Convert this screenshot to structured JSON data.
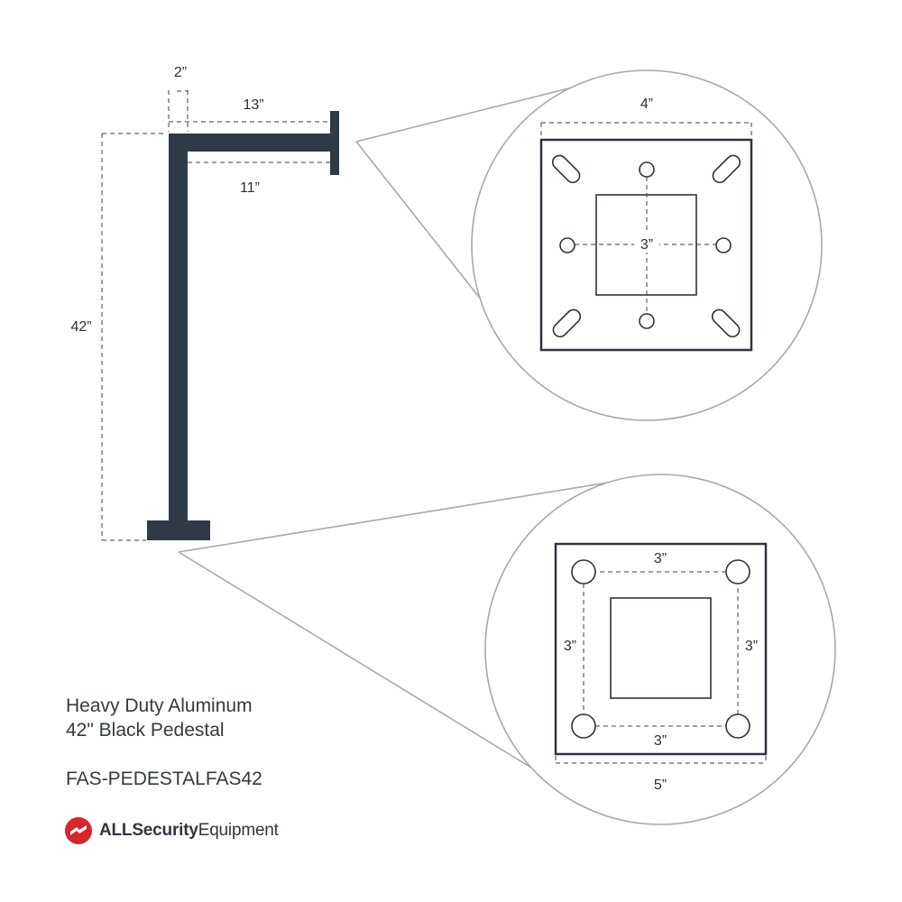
{
  "product": {
    "title_line1": "Heavy Duty Aluminum",
    "title_line2": "42\" Black Pedestal",
    "sku": "FAS-PEDESTALFAS42"
  },
  "brand": {
    "bold": "ALLSecurity",
    "regular": "Equipment",
    "logo_color": "#d6262f"
  },
  "pedestal": {
    "color": "#2f3a47",
    "dimensions": {
      "width": "2”",
      "top_arm": "13”",
      "arm_inner": "11”",
      "height": "42”"
    }
  },
  "top_plate_detail": {
    "width": "4”",
    "center": "3”"
  },
  "base_plate_detail": {
    "top": "3”",
    "left": "3”",
    "right": "3”",
    "bottom": "3”",
    "overall": "5”"
  },
  "colors": {
    "outline": "#2c3440",
    "zoom_circle": "#a9a9a9"
  }
}
